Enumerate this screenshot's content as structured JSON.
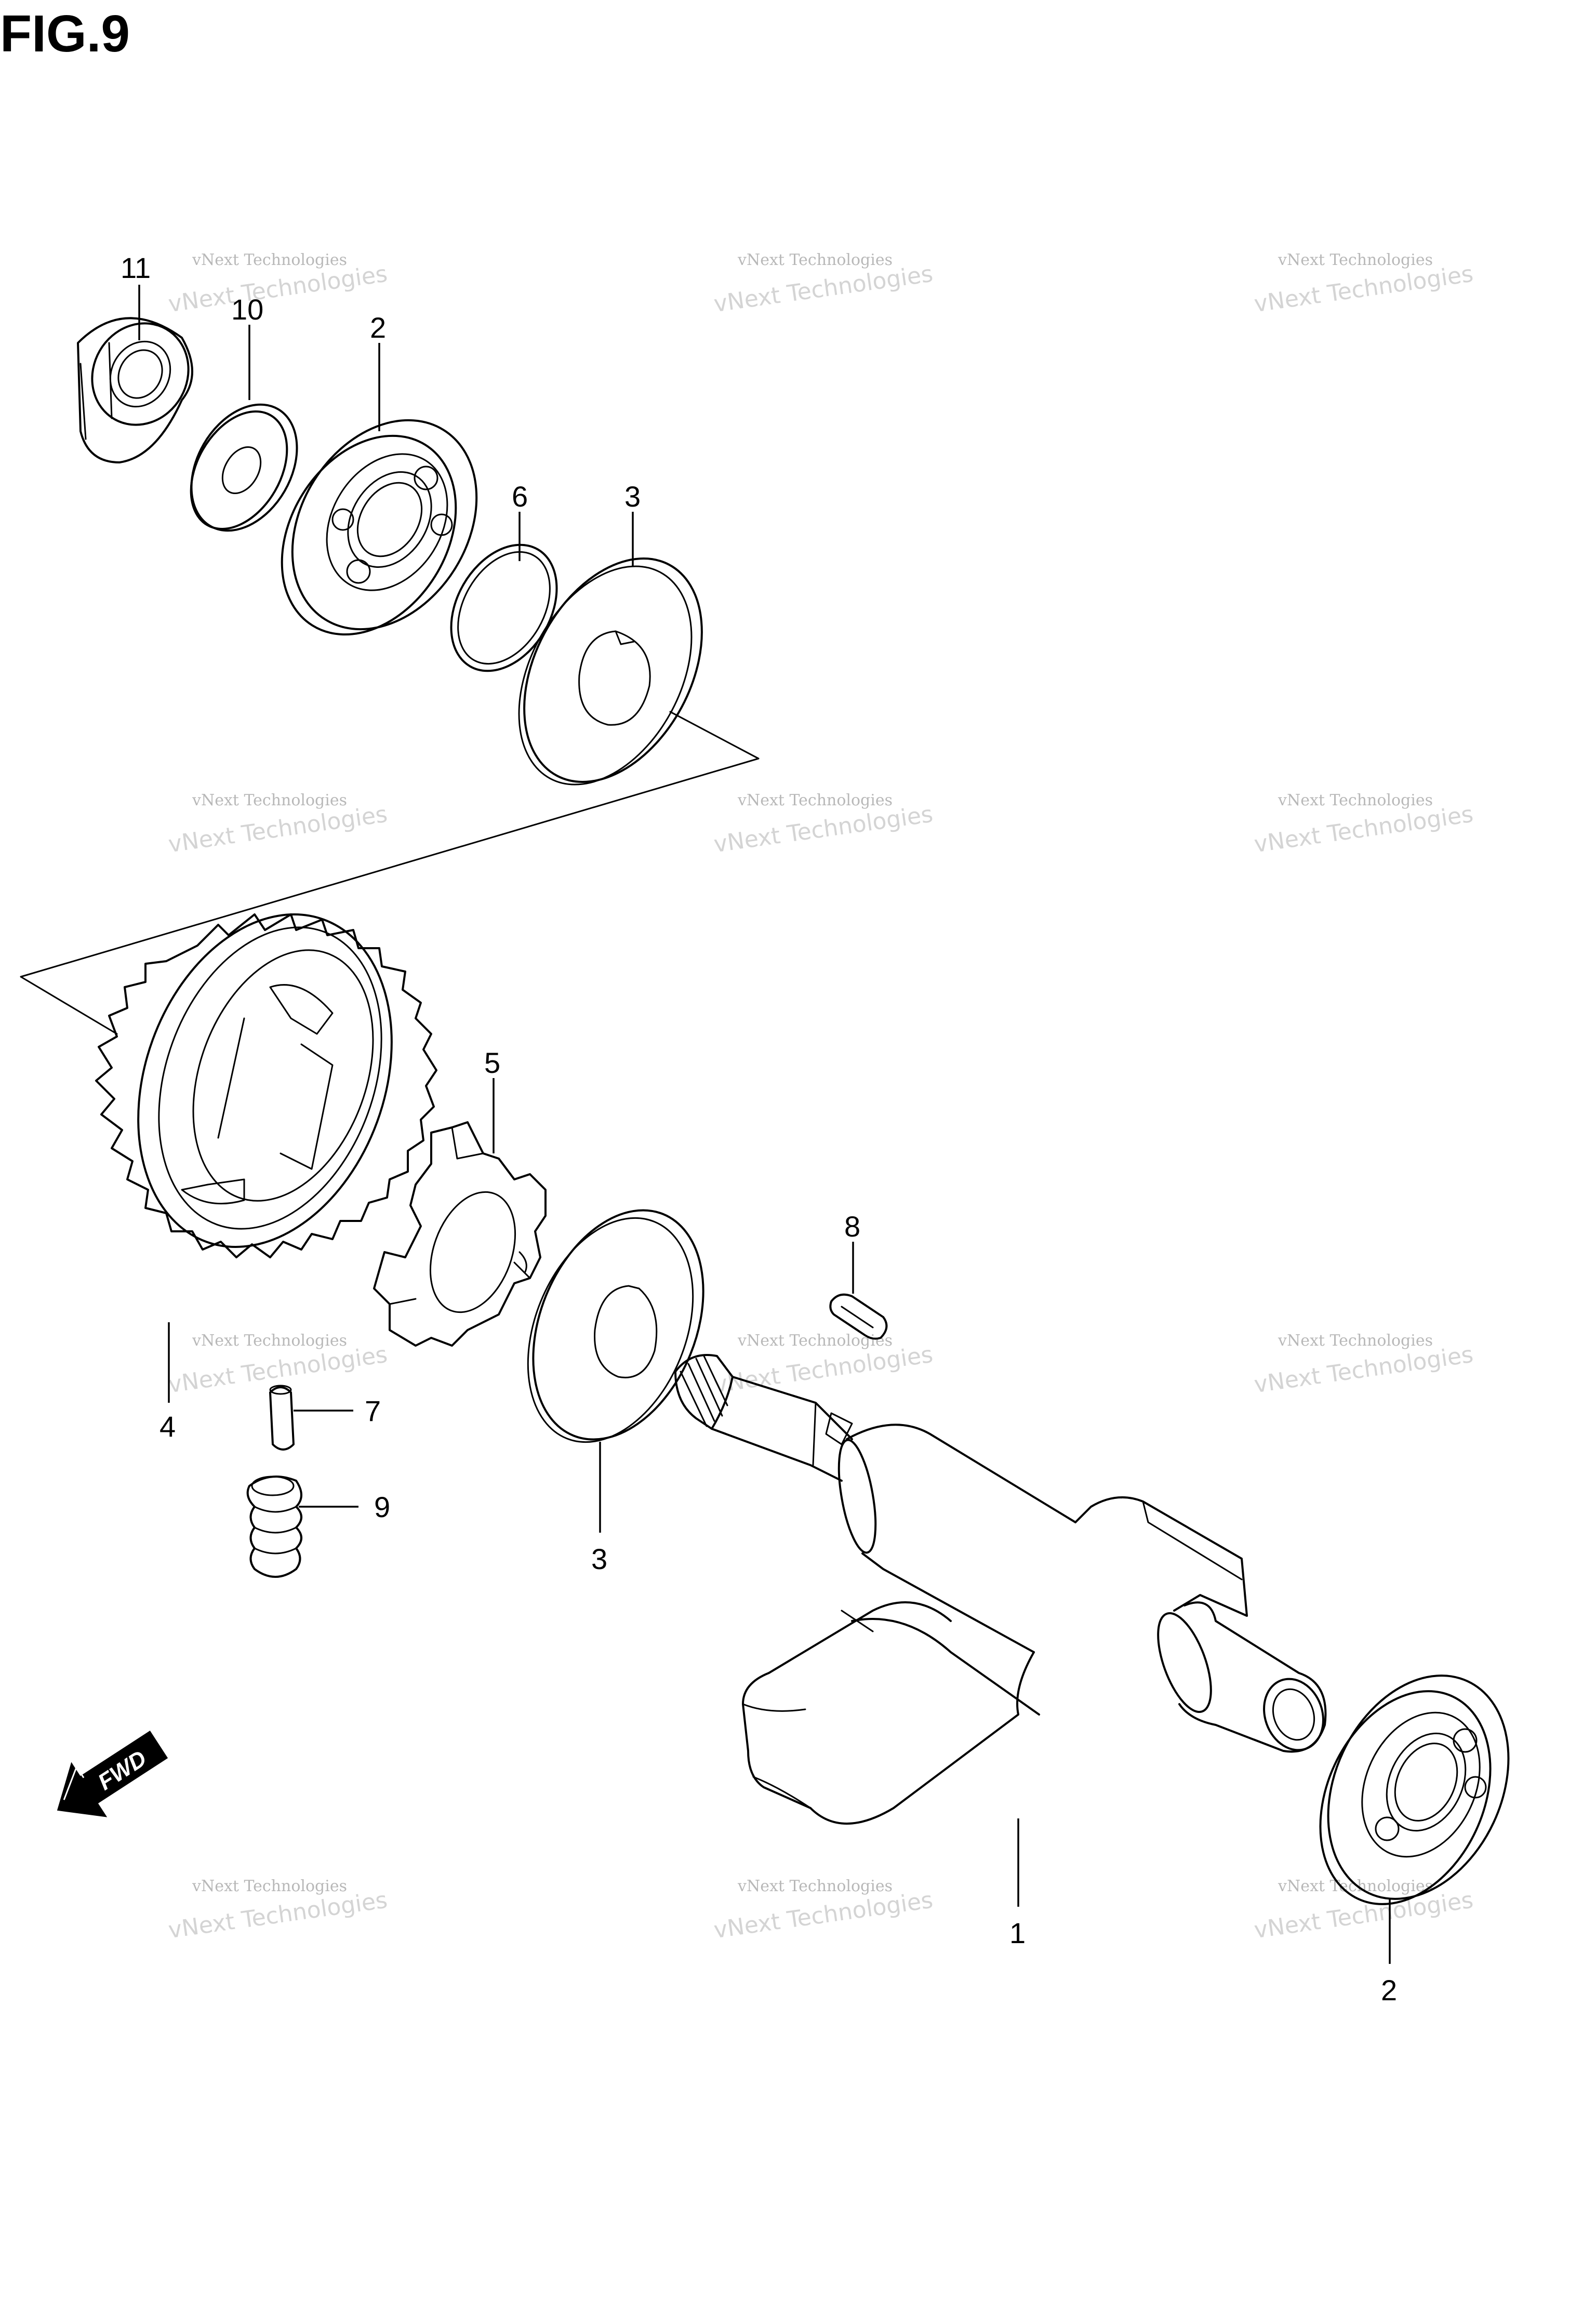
{
  "figure": {
    "title": "FIG.9"
  },
  "watermark": {
    "line1": "vNext Technologies",
    "line2": "vNext Technologies"
  },
  "fwd_badge": {
    "text": "FWD"
  },
  "callouts": [
    {
      "id": "11",
      "part": "nut"
    },
    {
      "id": "10",
      "part": "washer"
    },
    {
      "id": "2",
      "part": "bearing-upper"
    },
    {
      "id": "6",
      "part": "o-ring"
    },
    {
      "id": "3",
      "part": "washer-upper"
    },
    {
      "id": "5",
      "part": "drive-collar"
    },
    {
      "id": "8",
      "part": "key"
    },
    {
      "id": "4",
      "part": "gear"
    },
    {
      "id": "7",
      "part": "pin"
    },
    {
      "id": "9",
      "part": "spring"
    },
    {
      "id": "3",
      "part": "washer-lower"
    },
    {
      "id": "1",
      "part": "crank-shaft"
    },
    {
      "id": "2",
      "part": "bearing-lower"
    }
  ],
  "colors": {
    "line": "#000000",
    "background": "#ffffff",
    "watermark": "#c8c8c8"
  },
  "icons": {
    "direction": "fwd-arrow-icon"
  }
}
